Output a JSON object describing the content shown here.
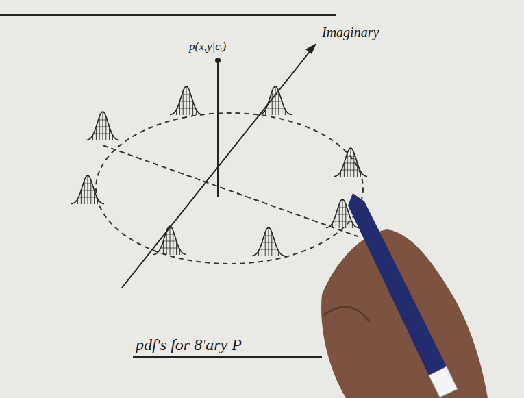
{
  "diagram": {
    "caption": "pdf's for 8'ary P",
    "labels": [
      "p(x,y|cᵢ)",
      "Imaginary"
    ]
  }
}
